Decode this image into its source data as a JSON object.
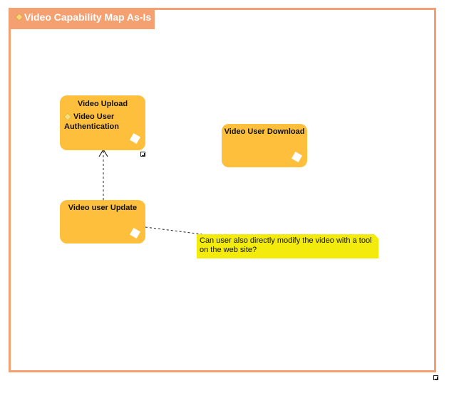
{
  "diagram": {
    "frame_title": "Video Capability Map As-Is",
    "nodes": {
      "video_upload": {
        "title": "Video Upload",
        "sub": "Video User Authentication"
      },
      "video_user_download": {
        "title": "Video User Download"
      },
      "video_user_update": {
        "title": "Video user Update"
      }
    },
    "note_text": "Can user also directly modify the video with a tool on the web site?",
    "colors": {
      "frame": "#f4a071",
      "node": "#fdbf3c",
      "note": "#f3eb0c"
    }
  }
}
